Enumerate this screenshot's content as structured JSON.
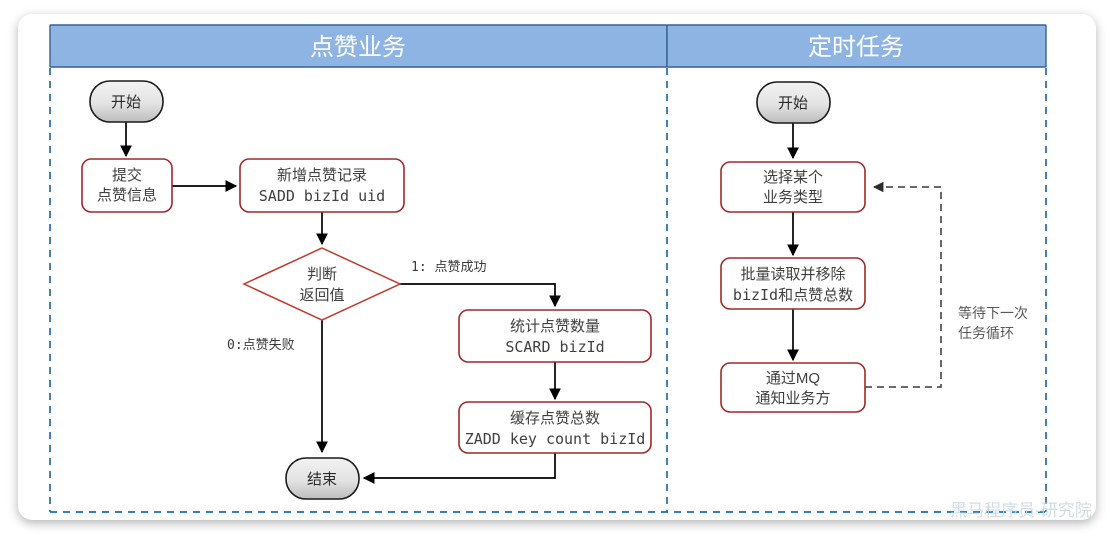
{
  "diagram": {
    "type": "flowchart",
    "watermark": "黑马程序员-研究院",
    "colors": {
      "header_fill": "#8eb4e3",
      "header_stroke": "#36618e",
      "node_stroke": "#9e2a2b",
      "decision_stroke": "#c0392b",
      "lane_divider": "#1f6cb0",
      "flow_arrow": "#000000",
      "dashed_loop": "#3a3a3a"
    },
    "lanes": [
      {
        "id": "like-business",
        "title": "点赞业务"
      },
      {
        "id": "scheduled-task",
        "title": "定时任务"
      }
    ],
    "left_lane": {
      "start": "开始",
      "submit": {
        "line1": "提交",
        "line2": "点赞信息"
      },
      "add_record": {
        "line1": "新增点赞记录",
        "line2": "SADD bizId uid"
      },
      "decision": {
        "line1": "判断",
        "line2": "返回值"
      },
      "count": {
        "line1": "统计点赞数量",
        "line2": "SCARD bizId"
      },
      "cache": {
        "line1": "缓存点赞总数",
        "line2": "ZADD key count bizId"
      },
      "end": "结束",
      "edge_success": "1: 点赞成功",
      "edge_fail": "0:点赞失败"
    },
    "right_lane": {
      "start": "开始",
      "select_type": {
        "line1": "选择某个",
        "line2": "业务类型"
      },
      "batch_read": {
        "line1": "批量读取并移除",
        "line2": "bizId和点赞总数"
      },
      "notify_mq": {
        "line1": "通过MQ",
        "line2": "通知业务方"
      },
      "loop_note": {
        "line1": "等待下一次",
        "line2": "任务循环"
      }
    }
  }
}
